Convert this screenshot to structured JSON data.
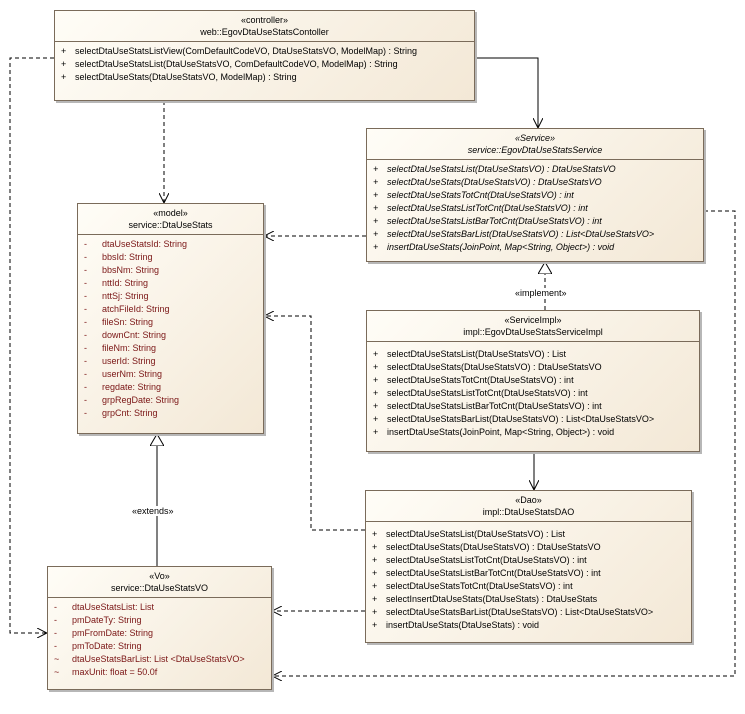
{
  "controller": {
    "stereotype": "«controller»",
    "name": "web::EgovDtaUseStatsContoller",
    "operations": [
      {
        "vis": "+",
        "sig": "selectDtaUseStatsListView(ComDefaultCodeVO, DtaUseStatsVO, ModelMap) : String"
      },
      {
        "vis": "+",
        "sig": "selectDtaUseStatsList(DtaUseStatsVO, ComDefaultCodeVO, ModelMap) : String"
      },
      {
        "vis": "+",
        "sig": "selectDtaUseStats(DtaUseStatsVO, ModelMap) : String"
      }
    ]
  },
  "service": {
    "stereotype": "«Service»",
    "name": "service::EgovDtaUseStatsService",
    "operations": [
      {
        "vis": "+",
        "sig": "selectDtaUseStatsList(DtaUseStatsVO) : DtaUseStatsVO"
      },
      {
        "vis": "+",
        "sig": "selectDtaUseStats(DtaUseStatsVO) : DtaUseStatsVO"
      },
      {
        "vis": "+",
        "sig": "selectDtaUseStatsTotCnt(DtaUseStatsVO) : int"
      },
      {
        "vis": "+",
        "sig": "selectDtaUseStatsListTotCnt(DtaUseStatsVO) : int"
      },
      {
        "vis": "+",
        "sig": "selectDtaUseStatsListBarTotCnt(DtaUseStatsVO) : int"
      },
      {
        "vis": "+",
        "sig": "selectDtaUseStatsBarList(DtaUseStatsVO) : List<DtaUseStatsVO>"
      },
      {
        "vis": "+",
        "sig": "insertDtaUseStats(JoinPoint, Map<String, Object>) : void"
      }
    ]
  },
  "model": {
    "stereotype": "«model»",
    "name": "service::DtaUseStats",
    "attributes": [
      {
        "vis": "-",
        "sig": "dtaUseStatsId:  String"
      },
      {
        "vis": "-",
        "sig": "bbsId:  String"
      },
      {
        "vis": "-",
        "sig": "bbsNm:  String"
      },
      {
        "vis": "-",
        "sig": "nttId:  String"
      },
      {
        "vis": "-",
        "sig": "nttSj:  String"
      },
      {
        "vis": "-",
        "sig": "atchFileId:  String"
      },
      {
        "vis": "-",
        "sig": "fileSn:  String"
      },
      {
        "vis": "-",
        "sig": "downCnt:  String"
      },
      {
        "vis": "-",
        "sig": "fileNm:  String"
      },
      {
        "vis": "-",
        "sig": "userId:  String"
      },
      {
        "vis": "-",
        "sig": "userNm:  String"
      },
      {
        "vis": "-",
        "sig": "regdate:  String"
      },
      {
        "vis": "-",
        "sig": "grpRegDate:  String"
      },
      {
        "vis": "-",
        "sig": "grpCnt:  String"
      }
    ]
  },
  "impl": {
    "stereotype": "«ServiceImpl»",
    "name": "impl::EgovDtaUseStatsServiceImpl",
    "operations": [
      {
        "vis": "+",
        "sig": "selectDtaUseStatsList(DtaUseStatsVO) : List"
      },
      {
        "vis": "+",
        "sig": "selectDtaUseStats(DtaUseStatsVO) : DtaUseStatsVO"
      },
      {
        "vis": "+",
        "sig": "selectDtaUseStatsTotCnt(DtaUseStatsVO) : int"
      },
      {
        "vis": "+",
        "sig": "selectDtaUseStatsListTotCnt(DtaUseStatsVO) : int"
      },
      {
        "vis": "+",
        "sig": "selectDtaUseStatsListBarTotCnt(DtaUseStatsVO) : int"
      },
      {
        "vis": "+",
        "sig": "selectDtaUseStatsBarList(DtaUseStatsVO) : List<DtaUseStatsVO>"
      },
      {
        "vis": "+",
        "sig": "insertDtaUseStats(JoinPoint, Map<String, Object>) : void"
      }
    ]
  },
  "dao": {
    "stereotype": "«Dao»",
    "name": "impl::DtaUseStatsDAO",
    "operations": [
      {
        "vis": "+",
        "sig": "selectDtaUseStatsList(DtaUseStatsVO) : List"
      },
      {
        "vis": "+",
        "sig": "selectDtaUseStats(DtaUseStatsVO) : DtaUseStatsVO"
      },
      {
        "vis": "+",
        "sig": "selectDtaUseStatsListTotCnt(DtaUseStatsVO) : int"
      },
      {
        "vis": "+",
        "sig": "selectDtaUseStatsListBarTotCnt(DtaUseStatsVO) : int"
      },
      {
        "vis": "+",
        "sig": "selectDtaUseStatsTotCnt(DtaUseStatsVO) : int"
      },
      {
        "vis": "+",
        "sig": "selectInsertDtaUseStats(DtaUseStats) : DtaUseStats"
      },
      {
        "vis": "+",
        "sig": "selectDtaUseStatsBarList(DtaUseStatsVO) : List<DtaUseStatsVO>"
      },
      {
        "vis": "+",
        "sig": "insertDtaUseStats(DtaUseStats) : void"
      }
    ]
  },
  "vo": {
    "stereotype": "«Vo»",
    "name": "service::DtaUseStatsVO",
    "attributes": [
      {
        "vis": "-",
        "sig": "dtaUseStatsList:  List"
      },
      {
        "vis": "-",
        "sig": "pmDateTy:  String"
      },
      {
        "vis": "-",
        "sig": "pmFromDate:  String"
      },
      {
        "vis": "-",
        "sig": "pmToDate:  String"
      },
      {
        "vis": "~",
        "sig": "dtaUseStatsBarList:  List <DtaUseStatsVO>"
      },
      {
        "vis": "~",
        "sig": "maxUnit:  float = 50.0f"
      }
    ]
  },
  "labels": {
    "implement": "«implement»",
    "extends": "«extends»"
  },
  "colors": {
    "attribute_text": "#7a1515",
    "border": "#7a6b5a",
    "fill_light": "#fffdf7",
    "fill_dark": "#f3e8d6"
  }
}
